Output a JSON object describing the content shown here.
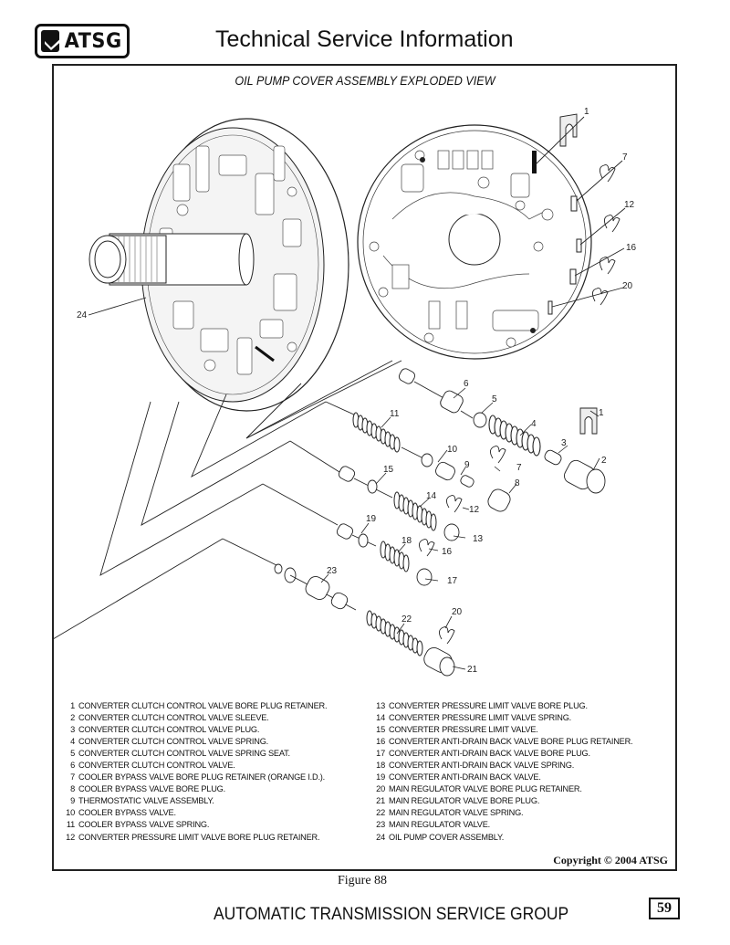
{
  "header": {
    "logo_text": "ATSG",
    "title": "Technical Service Information"
  },
  "figure": {
    "title": "OIL PUMP COVER ASSEMBLY EXPLODED VIEW",
    "label": "Figure 88",
    "copyright": "Copyright © 2004 ATSG",
    "callouts": [
      "1",
      "7",
      "12",
      "16",
      "20",
      "24",
      "6",
      "5",
      "4",
      "1",
      "3",
      "2",
      "11",
      "10",
      "9",
      "7",
      "8",
      "15",
      "14",
      "12",
      "13",
      "19",
      "18",
      "16",
      "17",
      "23",
      "22",
      "20",
      "21"
    ]
  },
  "legend": {
    "left": [
      {
        "num": "1",
        "text": "CONVERTER CLUTCH CONTROL VALVE BORE PLUG RETAINER."
      },
      {
        "num": "2",
        "text": "CONVERTER CLUTCH CONTROL VALVE SLEEVE."
      },
      {
        "num": "3",
        "text": "CONVERTER CLUTCH CONTROL VALVE PLUG."
      },
      {
        "num": "4",
        "text": "CONVERTER CLUTCH CONTROL VALVE SPRING."
      },
      {
        "num": "5",
        "text": "CONVERTER CLUTCH CONTROL VALVE SPRING SEAT."
      },
      {
        "num": "6",
        "text": "CONVERTER CLUTCH CONTROL VALVE."
      },
      {
        "num": "7",
        "text": "COOLER BYPASS VALVE BORE PLUG RETAINER (ORANGE I.D.)."
      },
      {
        "num": "8",
        "text": "COOLER BYPASS VALVE BORE PLUG."
      },
      {
        "num": "9",
        "text": "THERMOSTATIC VALVE ASSEMBLY."
      },
      {
        "num": "10",
        "text": "COOLER BYPASS VALVE."
      },
      {
        "num": "11",
        "text": "COOLER BYPASS VALVE SPRING."
      },
      {
        "num": "12",
        "text": "CONVERTER PRESSURE LIMIT VALVE BORE PLUG RETAINER."
      }
    ],
    "right": [
      {
        "num": "13",
        "text": "CONVERTER PRESSURE LIMIT VALVE BORE PLUG."
      },
      {
        "num": "14",
        "text": "CONVERTER PRESSURE LIMIT VALVE SPRING."
      },
      {
        "num": "15",
        "text": "CONVERTER PRESSURE LIMIT VALVE."
      },
      {
        "num": "16",
        "text": "CONVERTER ANTI-DRAIN BACK VALVE BORE PLUG RETAINER."
      },
      {
        "num": "17",
        "text": "CONVERTER ANTI-DRAIN BACK VALVE BORE PLUG."
      },
      {
        "num": "18",
        "text": "CONVERTER ANTI-DRAIN BACK VALVE SPRING."
      },
      {
        "num": "19",
        "text": "CONVERTER ANTI-DRAIN BACK VALVE."
      },
      {
        "num": "20",
        "text": "MAIN REGULATOR VALVE BORE PLUG RETAINER."
      },
      {
        "num": "21",
        "text": "MAIN REGULATOR VALVE BORE PLUG."
      },
      {
        "num": "22",
        "text": "MAIN REGULATOR VALVE SPRING."
      },
      {
        "num": "23",
        "text": "MAIN REGULATOR VALVE."
      },
      {
        "num": "24",
        "text": "OIL PUMP COVER ASSEMBLY."
      }
    ]
  },
  "footer": {
    "title": "AUTOMATIC TRANSMISSION SERVICE GROUP",
    "page_number": "59"
  }
}
